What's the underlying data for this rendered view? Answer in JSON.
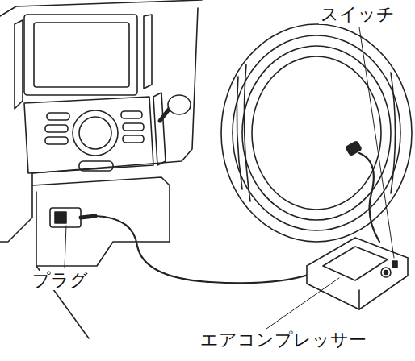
{
  "diagram": {
    "labels": [
      "スイッチ",
      "プラグ",
      "エアコンプレッサー"
    ]
  }
}
